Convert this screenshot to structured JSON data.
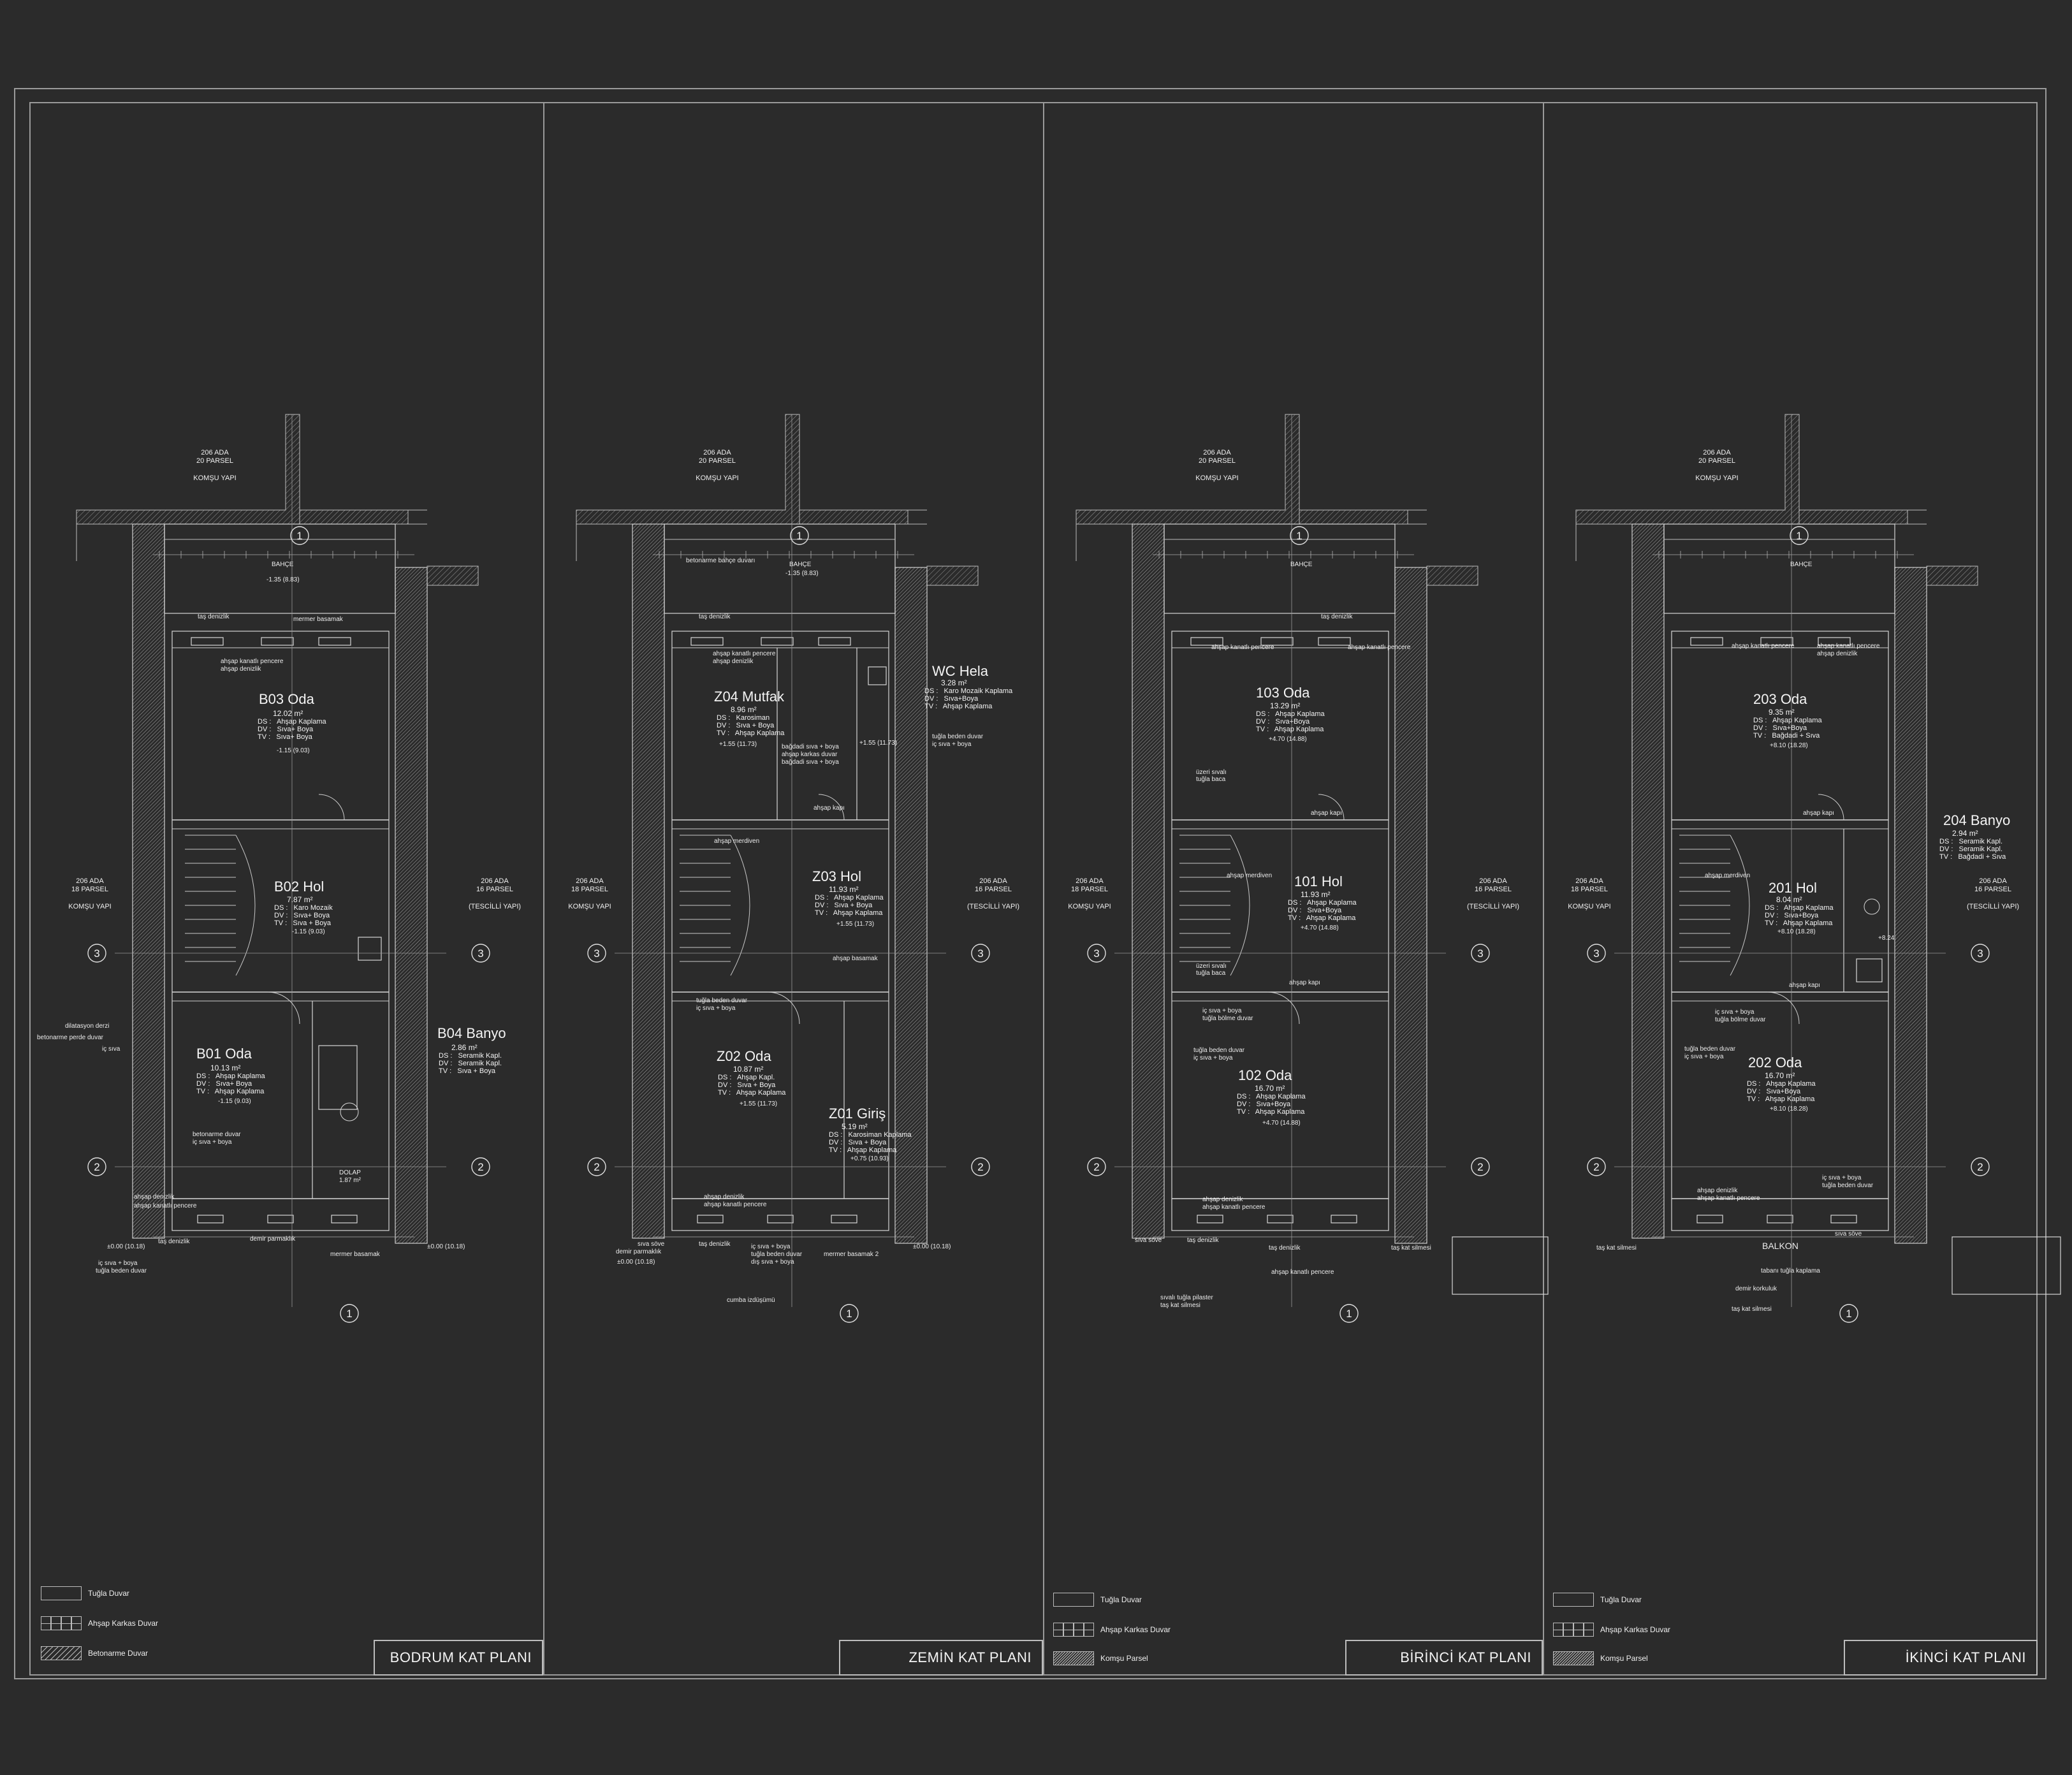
{
  "sheets": [
    {
      "title": "BODRUM KAT PLANI",
      "north": {
        "ada": "206 ADA",
        "parsel": "20 PARSEL",
        "yapi": "KOMŞU YAPI"
      },
      "west": {
        "ada": "206 ADA",
        "parsel": "18 PARSEL",
        "yapi": "KOMŞU YAPI"
      },
      "east": {
        "ada": "206 ADA",
        "parsel": "16 PARSEL",
        "yapi": "(TESCİLLİ YAPI)"
      },
      "garden": "BAHÇE",
      "rooms": [
        {
          "no": "B03  Oda",
          "area": "12.02  m²",
          "finish": "DS :   Ahşap Kaplama\nDV :   Sıva+ Boya\nTV :   Sıva+ Boya",
          "level": "-1.15 (9.03)"
        },
        {
          "no": "B02   Hol",
          "area": "7.87  m²",
          "finish": "DS :   Karo Mozaik\nDV :   Sıva+ Boya\nTV :   Sıva + Boya",
          "level": "-1.15 (9.03)"
        },
        {
          "no": "B01 Oda",
          "area": "10.13  m²",
          "finish": "DS :   Ahşap Kaplama\nDV :   Sıva+ Boya\nTV :   Ahşap Kaplama",
          "level": "-1.15 (9.03)"
        },
        {
          "no": "B04   Banyo",
          "area": "2.86  m²",
          "finish": "DS :   Seramik Kapl.\nDV :   Seramik Kapl.\nTV :   Sıva + Boya",
          "level": ""
        },
        {
          "no": "DOLAP",
          "area": "1.87 m²",
          "finish": "",
          "level": ""
        }
      ],
      "notes": [
        "taş denizlik",
        "mermer basamak",
        "ahşap kanatlı pencere",
        "ahşap denizlik",
        "dilatasyon derzi",
        "betonarme perde duvar",
        "iç sıva",
        "betonarme duvar",
        "iç sıva + boya",
        "demir parmaklık",
        "mermer basamak",
        "±0.00 (10.18)",
        "±0.00 (10.18)",
        "iç sıva + boya",
        "tuğla beden duvar",
        "-1.35 (8.83)"
      ],
      "legend": [
        "Tuğla Duvar",
        "Ahşap Karkas Duvar",
        "Betonarme Duvar"
      ]
    },
    {
      "title": "ZEMİN KAT PLANI",
      "north": {
        "ada": "206 ADA",
        "parsel": "20 PARSEL",
        "yapi": "KOMŞU YAPI"
      },
      "west": {
        "ada": "206 ADA",
        "parsel": "18 PARSEL",
        "yapi": "KOMŞU YAPI"
      },
      "east": {
        "ada": "206 ADA",
        "parsel": "16 PARSEL",
        "yapi": "(TESCİLLİ YAPI)"
      },
      "garden": "BAHÇE",
      "rooms": [
        {
          "no": "Z04  Mutfak",
          "area": "8.96  m²",
          "finish": "DS :   Karosiman\nDV :   Sıva + Boya\nTV :   Ahşap Kaplama",
          "level": "+1.55 (11.73)"
        },
        {
          "no": "WC Hela",
          "area": "3.28  m²",
          "finish": "DS :   Karo Mozaik Kaplama\nDV :   Sıva+Boya\nTV :   Ahşap Kaplama",
          "level": "+1.55 (11.73)"
        },
        {
          "no": "Z03   Hol",
          "area": "11.93  m²",
          "finish": "DS :   Ahşap Kaplama\nDV :   Sıva + Boya\nTV :   Ahşap Kaplama",
          "level": "+1.55 (11.73)"
        },
        {
          "no": "Z02   Oda",
          "area": "10.87  m²",
          "finish": "DS :   Ahşap Kapl.\nDV :   Sıva + Boya\nTV :   Ahşap Kaplama",
          "level": "+1.55 (11.73)"
        },
        {
          "no": "Z01  Giriş",
          "area": "5.19 m²",
          "finish": "DS :   Karosiman Kaplama\nDV :   Sıva + Boya\nTV :   Ahşap Kaplama",
          "level": "+0.75 (10.93)"
        }
      ],
      "notes": [
        "betonarme bahçe duvarı",
        "taş denizlik",
        "ahşap kanatlı pencere",
        "ahşap denizlik",
        "bağdadi sıva + boya",
        "ahşap karkas duvar",
        "bağdadi sıva + boya",
        "tuğla beden duvar",
        "iç sıva + boya",
        "ahşap kapı",
        "ahşap merdiven",
        "ahşap basamak",
        "sıva söve",
        "demir parmaklık",
        "iç sıva + boya",
        "tuğla beden duvar",
        "dış sıva + boya",
        "mermer basamak 2",
        "cumba izdüşümü",
        "±0.00 (10.18)",
        "-1.35 (8.83)"
      ],
      "legend": []
    },
    {
      "title": "BİRİNCİ KAT PLANI",
      "north": {
        "ada": "206 ADA",
        "parsel": "20 PARSEL",
        "yapi": "KOMŞU YAPI"
      },
      "west": {
        "ada": "206 ADA",
        "parsel": "18 PARSEL",
        "yapi": "KOMŞU YAPI"
      },
      "east": {
        "ada": "206 ADA",
        "parsel": "16 PARSEL",
        "yapi": "(TESCİLLİ YAPI)"
      },
      "garden": "BAHÇE",
      "rooms": [
        {
          "no": "103   Oda",
          "area": "13.29  m²",
          "finish": "DS :   Ahşap Kaplama\nDV :   Sıva+Boya\nTV :   Ahşap Kaplama",
          "level": "+4.70 (14.88)"
        },
        {
          "no": "101 Hol",
          "area": "11.93  m²",
          "finish": "DS :   Ahşap Kaplama\nDV :   Sıva+Boya\nTV :   Ahşap Kaplama",
          "level": "+4.70 (14.88)"
        },
        {
          "no": "102   Oda",
          "area": "16.70  m²",
          "finish": "DS :   Ahşap Kaplama\nDV :   Sıva+Boya\nTV :   Ahşap Kaplama",
          "level": "+4.70 (14.88)"
        }
      ],
      "notes": [
        "taş denizlik",
        "ahşap kanatlı pencere",
        "üzeri sıvalı tuğla baca",
        "ahşap kapı",
        "ahşap merdiven",
        "iç sıva + boya",
        "tuğla bölme duvar",
        "tuğla beden duvar",
        "ahşap denizlik",
        "ahşap kanatlı pencere",
        "sıva söve",
        "taş denizlik",
        "taş kat silmesi",
        "sıvalı tuğla pilaster",
        "taş kat silmesi"
      ],
      "legend": [
        "Tuğla Duvar",
        "Ahşap Karkas Duvar",
        "Komşu Parsel"
      ]
    },
    {
      "title": "İKİNCİ KAT PLANI",
      "north": {
        "ada": "206 ADA",
        "parsel": "20 PARSEL",
        "yapi": "KOMŞU YAPI"
      },
      "west": {
        "ada": "206 ADA",
        "parsel": "18 PARSEL",
        "yapi": "KOMŞU YAPI"
      },
      "east": {
        "ada": "206 ADA",
        "parsel": "16 PARSEL",
        "yapi": "(TESCİLLİ YAPI)"
      },
      "garden": "BAHÇE",
      "rooms": [
        {
          "no": "203   Oda",
          "area": "9.35  m²",
          "finish": "DS :   Ahşap Kaplama\nDV :   Sıva+Boya\nTV :   Bağdadi + Sıva",
          "level": "+8.10 (18.28)"
        },
        {
          "no": "204 Banyo",
          "area": "2.94  m²",
          "finish": "DS :   Seramik Kapl.\nDV :   Seramik Kapl.\nTV :   Bağdadi + Sıva",
          "level": "+8.24"
        },
        {
          "no": "201 Hol",
          "area": "8.04  m²",
          "finish": "DS :   Ahşap Kaplama\nDV :   Sıva+Boya\nTV :   Ahşap Kaplama",
          "level": "+8.10 (18.28)"
        },
        {
          "no": "202   Oda",
          "area": "16.70  m²",
          "finish": "DS :   Ahşap Kaplama\nDV :   Sıva+Boya\nTV :   Ahşap Kaplama",
          "level": "+8.10 (18.28)"
        },
        {
          "no": "BALKON",
          "area": "",
          "finish": "",
          "level": ""
        }
      ],
      "notes": [
        "ahşap kanatlı pencere",
        "ahşap denizlik",
        "ahşap kapı",
        "ahşap merdiven",
        "iç sıva + boya",
        "tuğla bölme duvar",
        "tuğla beden duvar",
        "iç sıva + boya",
        "ahşap denizlik",
        "ahşap kanatlı pencere",
        "taş kat silmesi",
        "sıva söve",
        "tabanı tuğla kaplama",
        "demir korkuluk",
        "taş kat silmesi"
      ],
      "legend": [
        "Tuğla Duvar",
        "Ahşap Karkas Duvar",
        "Komşu Parsel"
      ]
    }
  ],
  "axes": {
    "a1": "1",
    "a2": "2",
    "a3": "3"
  }
}
